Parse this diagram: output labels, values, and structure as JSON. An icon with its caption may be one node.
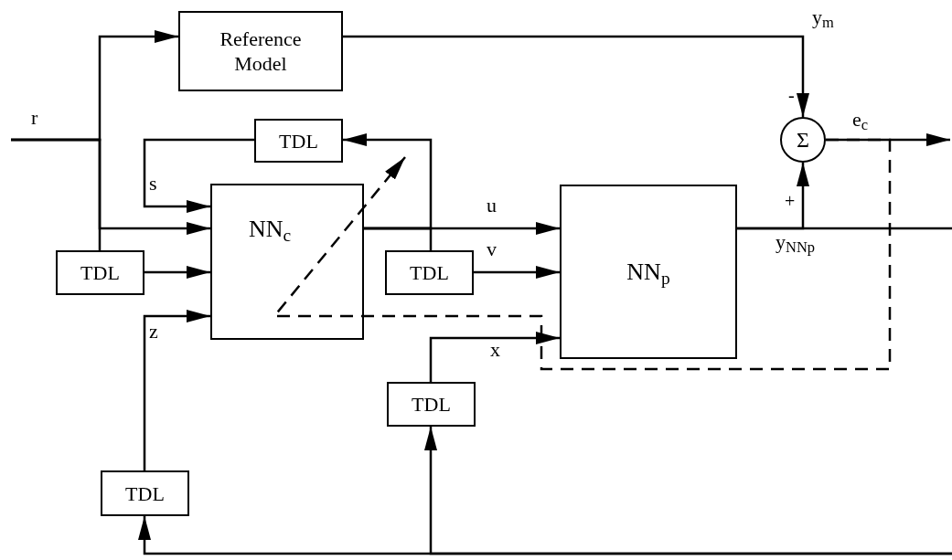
{
  "diagram": {
    "nodes": [
      {
        "text": [
          "Reference Model"
        ]
      },
      {
        "text": [
          "Σ"
        ]
      },
      {
        "text": [
          "TDL"
        ]
      },
      {
        "text": [
          "NN$_{c}$"
        ]
      },
      {
        "text": [
          "TDL"
        ]
      },
      {
        "text": [
          "TDL"
        ]
      },
      {
        "text": [
          "NN$_{p}$"
        ]
      },
      {
        "text": [
          "TDL"
        ]
      },
      {
        "text": [
          "TDL"
        ]
      }
    ],
    "edges": [
      {
        "from": null,
        "to": 0,
        "arrow": "to",
        "label": "r"
      },
      {
        "from": null,
        "to": 3,
        "arrow": "to"
      },
      {
        "from": null,
        "to": 4,
        "arrow": "none"
      },
      {
        "from": 4,
        "to": 3,
        "arrow": "to"
      },
      {
        "from": 2,
        "to": 3,
        "arrow": "to",
        "label": "s"
      },
      {
        "from": 8,
        "to": 3,
        "arrow": "to",
        "label": "z"
      },
      {
        "from": 3,
        "to": 6,
        "arrow": "to",
        "label": "u"
      },
      {
        "from": 3,
        "to": 2,
        "arrow": "to"
      },
      {
        "from": 3,
        "to": 5,
        "arrow": "none"
      },
      {
        "from": 5,
        "to": 6,
        "arrow": "to",
        "label": "v"
      },
      {
        "from": 7,
        "to": 6,
        "arrow": "to",
        "label": "x"
      },
      {
        "from": null,
        "to": 8,
        "arrow": "to"
      },
      {
        "from": null,
        "to": 7,
        "arrow": "to"
      },
      {
        "from": 0,
        "to": 1,
        "arrow": "to",
        "label": "y$_{m}$"
      },
      {
        "from": 6,
        "to": 1,
        "arrow": "to"
      },
      {
        "from": 6,
        "to": null,
        "arrow": "none",
        "label": "y$_{NNp}$"
      },
      {
        "from": 1,
        "to": null,
        "arrow": "to",
        "label": "e$_{c}$"
      },
      {
        "from": 1,
        "to": 3,
        "arrow": "to",
        "style": "dashed"
      }
    ],
    "labels": [
      "-",
      "+"
    ]
  }
}
